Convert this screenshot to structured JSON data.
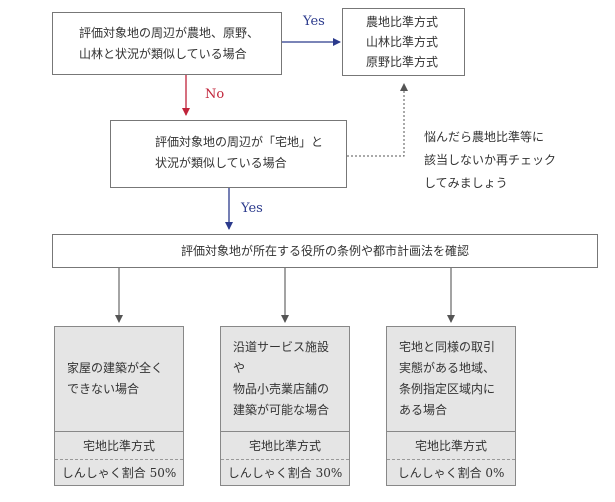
{
  "box1": {
    "lines": [
      "評価対象地の周辺が農地、原野、",
      "山林と状況が類似している場合"
    ]
  },
  "result_top": {
    "lines": [
      "農地比準方式",
      "山林比準方式",
      "原野比準方式"
    ]
  },
  "box2": {
    "lines": [
      "評価対象地の周辺が「宅地」と",
      "状況が類似している場合"
    ]
  },
  "box3": {
    "text": "評価対象地が所在する役所の条例や都市計画法を確認"
  },
  "labels": {
    "yes1": "Yes",
    "no": "No",
    "yes2": "Yes"
  },
  "note": {
    "lines": [
      "悩んだら農地比準等に",
      "該当しないか再チェック",
      "してみましょう"
    ]
  },
  "cases": [
    {
      "lines": [
        "家屋の建築が全く",
        "できない場合"
      ],
      "method": "宅地比準方式",
      "rate": "しんしゃく割合 50%"
    },
    {
      "lines": [
        "沿道サービス施設や",
        "物品小売業店舗の",
        "建築が可能な場合"
      ],
      "method": "宅地比準方式",
      "rate": "しんしゃく割合 30%"
    },
    {
      "lines": [
        "宅地と同様の取引",
        "実態がある地域、",
        "条例指定区域内に",
        "ある場合"
      ],
      "method": "宅地比準方式",
      "rate": "しんしゃく割合 0%"
    }
  ],
  "colors": {
    "yes": "#2b3a8c",
    "no": "#c0243a",
    "line": "#777777"
  }
}
